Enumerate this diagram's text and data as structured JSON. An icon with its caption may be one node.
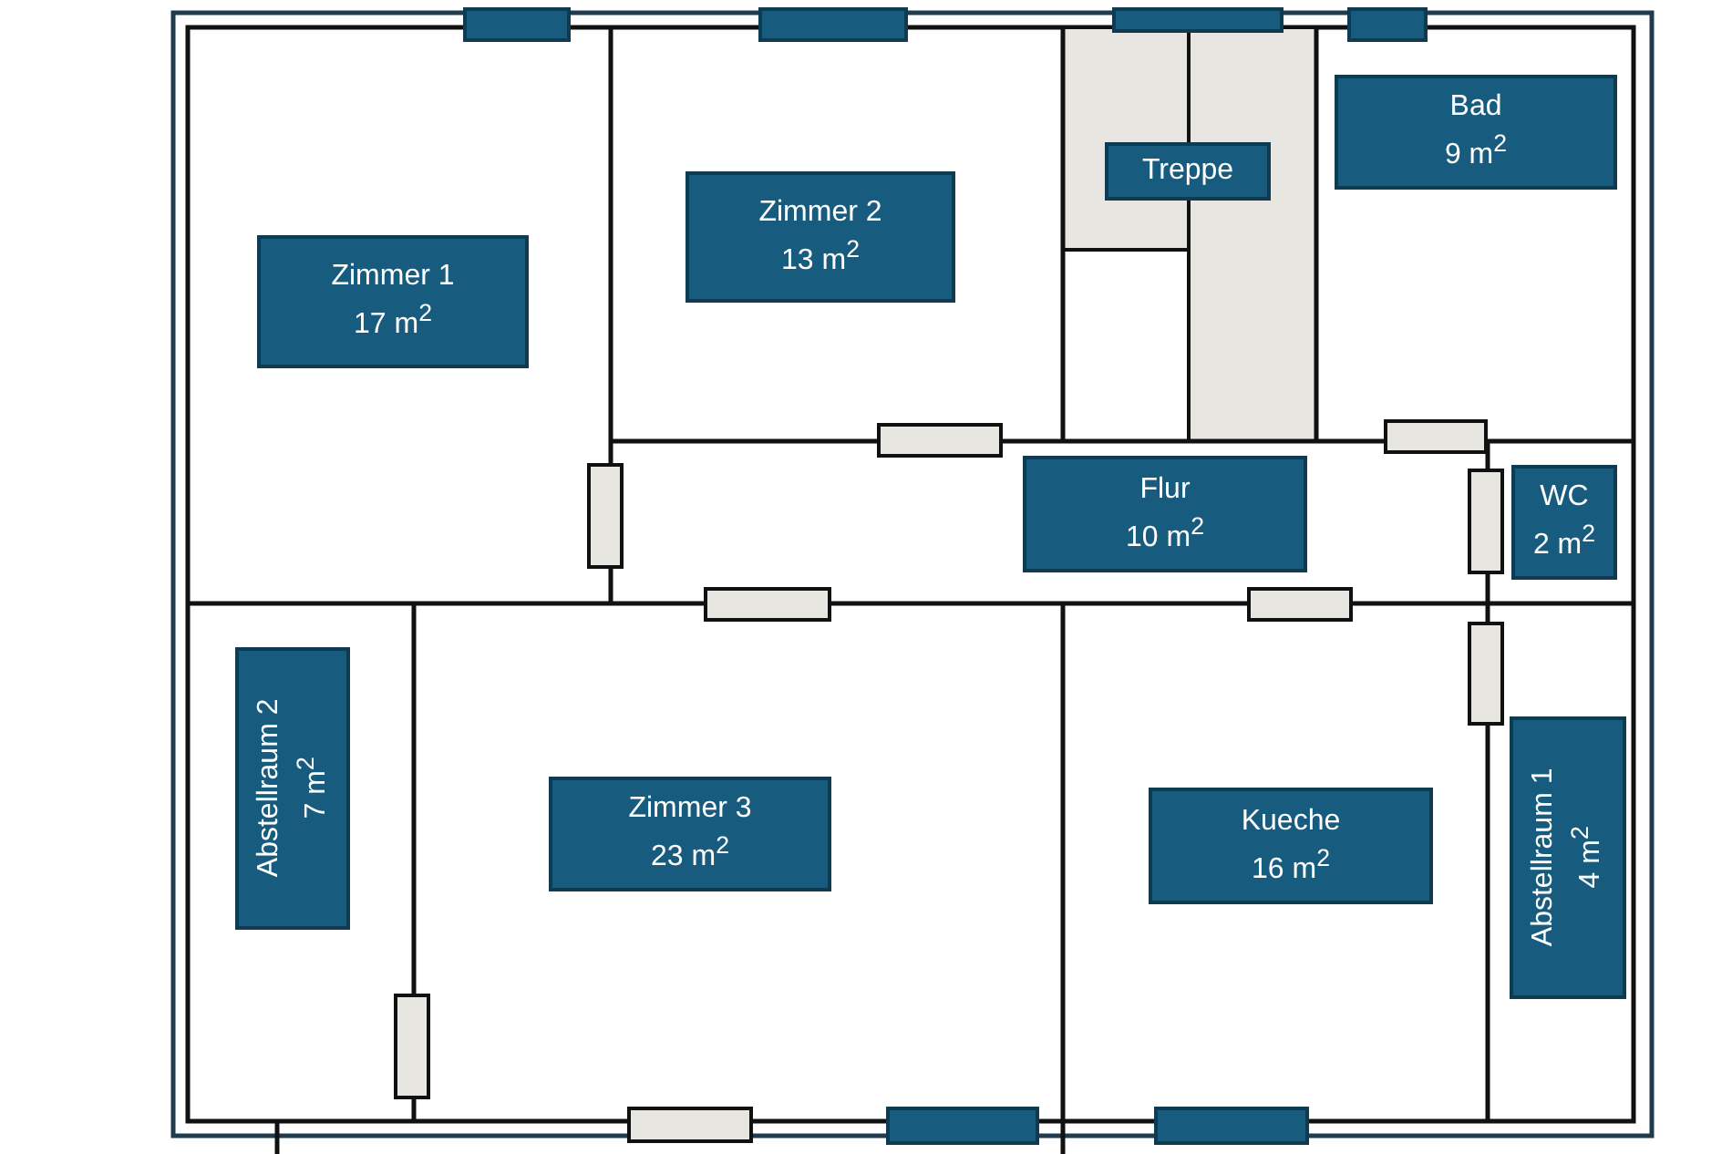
{
  "diagram": {
    "nodes": [
      {
        "text": [
          "Zimmer 1",
          "17 m$^{2}$"
        ]
      },
      {
        "text": [
          "Zimmer 2",
          "13 m$^{2}$"
        ]
      },
      {
        "text": [
          "Treppe"
        ]
      },
      {
        "text": [
          "Bad",
          "9 m$^{2}$"
        ]
      },
      {
        "text": [
          "Flur",
          "10 m$^{2}$"
        ]
      },
      {
        "text": [
          "WC",
          "2 m$^{2}$"
        ]
      },
      {
        "text": [
          "Abstellraum 2",
          "7 m$^{2}$"
        ]
      },
      {
        "text": [
          "Zimmer 3",
          "23 m$^{2}$"
        ]
      },
      {
        "text": [
          "Kueche",
          "16 m$^{2}$"
        ]
      },
      {
        "text": [
          "Abstellraum 1",
          "4 m$^{2}$"
        ]
      }
    ]
  }
}
